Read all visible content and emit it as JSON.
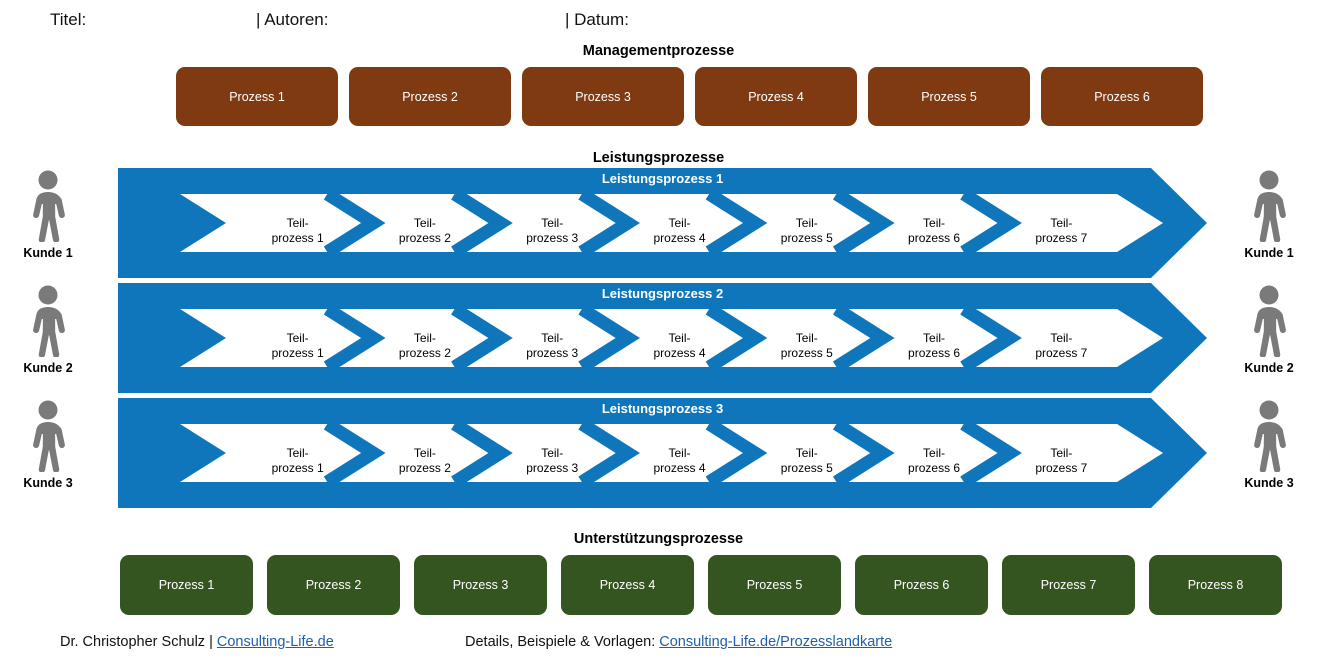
{
  "meta": {
    "title_label": "Titel:",
    "authors_label": "| Autoren:",
    "date_label": "| Datum:"
  },
  "colors": {
    "management": "#7F3A11",
    "core": "#0F76BC",
    "support": "#355520",
    "customer_figure": "#7A7A7A",
    "link": "#1F5FA8"
  },
  "management": {
    "caption": "Managementprozesse",
    "boxes": [
      {
        "label": "Prozess 1"
      },
      {
        "label": "Prozess 2"
      },
      {
        "label": "Prozess 3"
      },
      {
        "label": "Prozess 4"
      },
      {
        "label": "Prozess 5"
      },
      {
        "label": "Prozess 6"
      }
    ]
  },
  "core": {
    "caption": "Leistungsprozesse",
    "bands": [
      {
        "title": "Leistungsprozess 1",
        "steps": [
          {
            "line1": "Teil-",
            "line2": "prozess 1"
          },
          {
            "line1": "Teil-",
            "line2": "prozess 2"
          },
          {
            "line1": "Teil-",
            "line2": "prozess 3"
          },
          {
            "line1": "Teil-",
            "line2": "prozess 4"
          },
          {
            "line1": "Teil-",
            "line2": "prozess 5"
          },
          {
            "line1": "Teil-",
            "line2": "prozess 6"
          },
          {
            "line1": "Teil-",
            "line2": "prozess 7"
          }
        ]
      },
      {
        "title": "Leistungsprozess 2",
        "steps": [
          {
            "line1": "Teil-",
            "line2": "prozess 1"
          },
          {
            "line1": "Teil-",
            "line2": "prozess 2"
          },
          {
            "line1": "Teil-",
            "line2": "prozess 3"
          },
          {
            "line1": "Teil-",
            "line2": "prozess 4"
          },
          {
            "line1": "Teil-",
            "line2": "prozess 5"
          },
          {
            "line1": "Teil-",
            "line2": "prozess 6"
          },
          {
            "line1": "Teil-",
            "line2": "prozess 7"
          }
        ]
      },
      {
        "title": "Leistungsprozess 3",
        "steps": [
          {
            "line1": "Teil-",
            "line2": "prozess 1"
          },
          {
            "line1": "Teil-",
            "line2": "prozess 2"
          },
          {
            "line1": "Teil-",
            "line2": "prozess 3"
          },
          {
            "line1": "Teil-",
            "line2": "prozess 4"
          },
          {
            "line1": "Teil-",
            "line2": "prozess 5"
          },
          {
            "line1": "Teil-",
            "line2": "prozess 6"
          },
          {
            "line1": "Teil-",
            "line2": "prozess 7"
          }
        ]
      }
    ]
  },
  "support": {
    "caption": "Unterstützungsprozesse",
    "boxes": [
      {
        "label": "Prozess 1"
      },
      {
        "label": "Prozess 2"
      },
      {
        "label": "Prozess 3"
      },
      {
        "label": "Prozess 4"
      },
      {
        "label": "Prozess 5"
      },
      {
        "label": "Prozess 6"
      },
      {
        "label": "Prozess 7"
      },
      {
        "label": "Prozess 8"
      }
    ]
  },
  "customers": {
    "left": [
      {
        "label": "Kunde 1",
        "icon": "person-icon"
      },
      {
        "label": "Kunde 2",
        "icon": "person-icon"
      },
      {
        "label": "Kunde 3",
        "icon": "person-icon"
      }
    ],
    "right": [
      {
        "label": "Kunde 1",
        "icon": "person-icon"
      },
      {
        "label": "Kunde 2",
        "icon": "person-icon"
      },
      {
        "label": "Kunde 3",
        "icon": "person-icon"
      }
    ]
  },
  "footer": {
    "author_text": "Dr. Christopher Schulz | ",
    "author_link": "Consulting-Life.de",
    "detail_text": "Details, Beispiele & Vorlagen: ",
    "detail_link": "Consulting-Life.de/Prozesslandkarte"
  }
}
